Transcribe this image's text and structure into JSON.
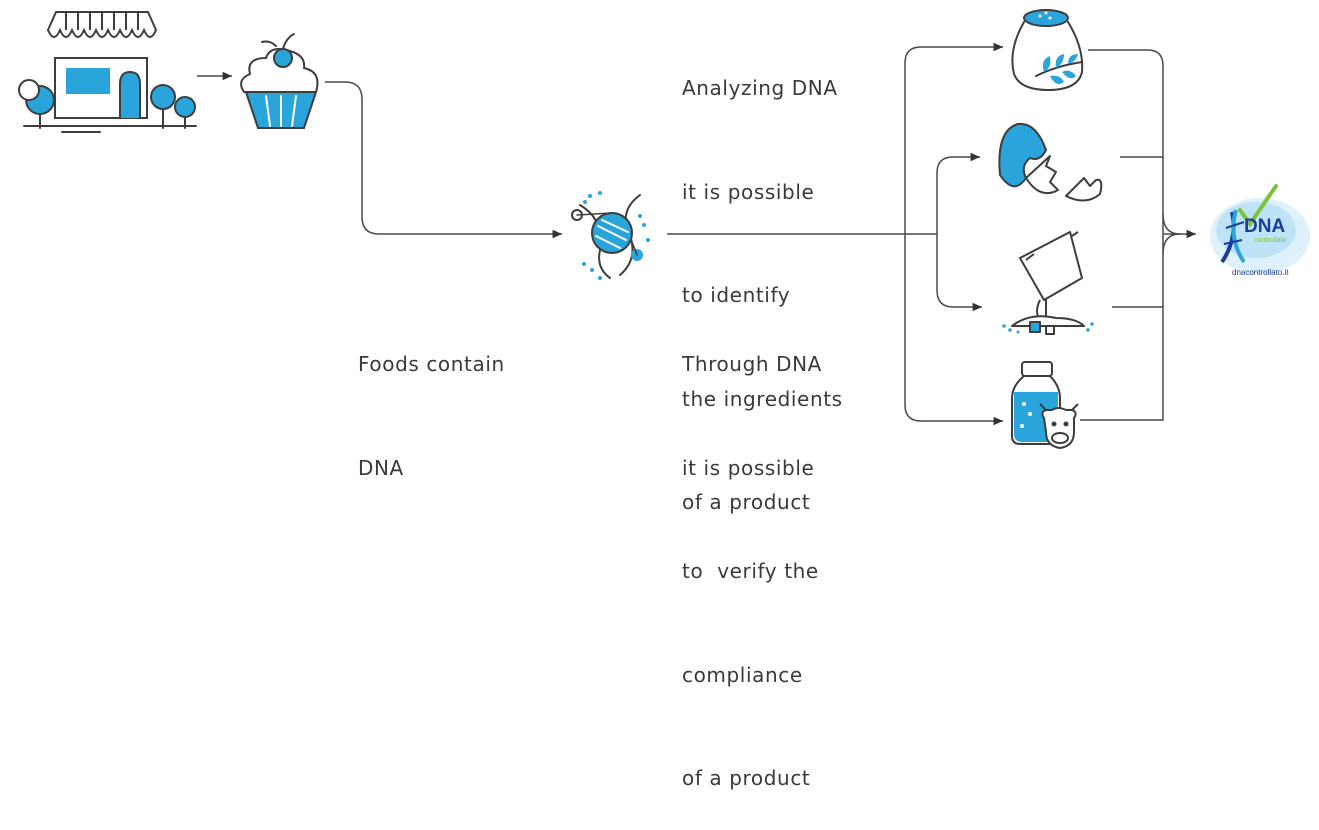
{
  "texts": {
    "analyzing": [
      "Analyzing DNA",
      "it is possible",
      "to identify",
      "the ingredients",
      "of a product"
    ],
    "foods": [
      "Foods contain",
      "DNA"
    ],
    "through": [
      "Through DNA",
      "it is possible",
      "to  verify the",
      "compliance",
      "of a product"
    ]
  },
  "logo": {
    "wordmark": "DNA",
    "subtitle": "controllato",
    "url": "dnacontrollato.it"
  },
  "icons": [
    "shop-icon",
    "cupcake-icon",
    "dna-helix-icon",
    "flour-sack-icon",
    "egg-icon",
    "sugar-bag-icon",
    "milk-bottle-icon"
  ],
  "colors": {
    "accent": "#2aa5dc",
    "line": "#4a4a4a",
    "green": "#7cc23b"
  }
}
